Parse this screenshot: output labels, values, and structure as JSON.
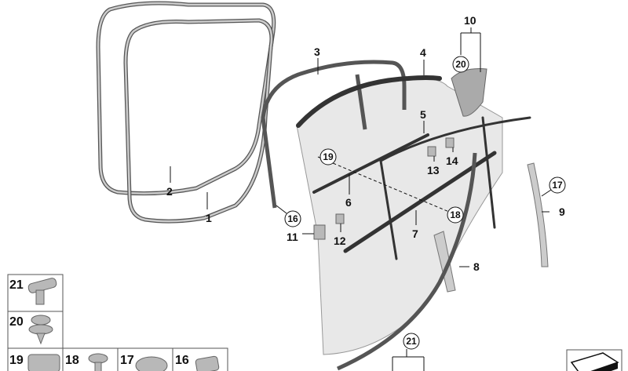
{
  "diagram": {
    "callouts": {
      "p1": "1",
      "p2": "2",
      "p3": "3",
      "p4": "4",
      "p5": "5",
      "p6": "6",
      "p7": "7",
      "p8": "8",
      "p9": "9",
      "p10": "10",
      "p11": "11",
      "p12": "12",
      "p13": "13",
      "p14": "14",
      "p16": "16",
      "p17": "17",
      "p18": "18",
      "p19": "19",
      "p20": "20",
      "p21": "21"
    },
    "fastener_legend": [
      {
        "number": "21",
        "icon": "expanding-rivet-icon"
      },
      {
        "number": "20",
        "icon": "push-clip-icon"
      },
      {
        "number": "19",
        "icon": "clip-nut-icon"
      },
      {
        "number": "18",
        "icon": "screw-icon"
      },
      {
        "number": "17",
        "icon": "flange-screw-icon"
      },
      {
        "number": "16",
        "icon": "clip-icon"
      }
    ],
    "colors": {
      "part_fill": "#e6e6e6",
      "seal": "#4a4a4a",
      "line": "#111111"
    }
  }
}
